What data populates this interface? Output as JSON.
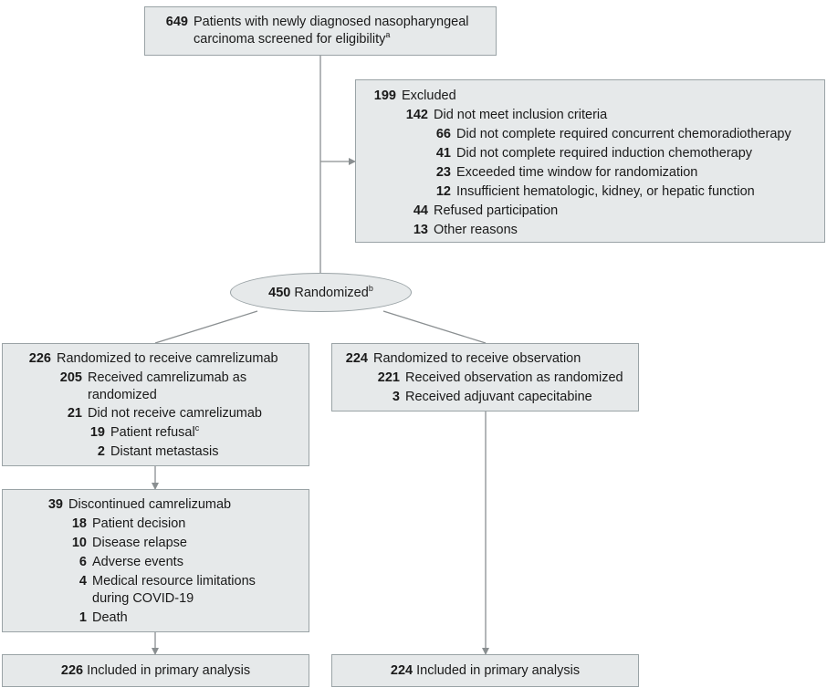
{
  "screened": {
    "n": "649",
    "line1": "Patients with newly diagnosed nasopharyngeal",
    "line2": "carcinoma screened for eligibility",
    "sup": "a"
  },
  "excluded": {
    "total": {
      "n": "199",
      "text": "Excluded"
    },
    "not_meet": {
      "n": "142",
      "text": "Did not meet inclusion criteria"
    },
    "items": [
      {
        "n": "66",
        "text": "Did not complete required concurrent chemoradiotherapy"
      },
      {
        "n": "41",
        "text": "Did not complete required induction chemotherapy"
      },
      {
        "n": "23",
        "text": "Exceeded time window for randomization"
      },
      {
        "n": "12",
        "text": "Insufficient hematologic, kidney, or hepatic function"
      }
    ],
    "refused": {
      "n": "44",
      "text": "Refused participation"
    },
    "other": {
      "n": "13",
      "text": "Other reasons"
    }
  },
  "randomized": {
    "n": "450",
    "text": "Randomized",
    "sup": "b"
  },
  "camrelizumab_arm": {
    "header": {
      "n": "226",
      "text": "Randomized to receive camrelizumab"
    },
    "received": {
      "n": "205",
      "line1": "Received camrelizumab as",
      "line2": "randomized"
    },
    "not_received": {
      "n": "21",
      "text": "Did not receive camrelizumab"
    },
    "refusal": {
      "n": "19",
      "text": "Patient refusal",
      "sup": "c"
    },
    "metastasis": {
      "n": "2",
      "text": "Distant metastasis"
    }
  },
  "observation_arm": {
    "header": {
      "n": "224",
      "text": "Randomized to receive observation"
    },
    "received": {
      "n": "221",
      "text": "Received observation as randomized"
    },
    "capecitabine": {
      "n": "3",
      "text": "Received adjuvant capecitabine"
    }
  },
  "discontinued": {
    "header": {
      "n": "39",
      "text": "Discontinued camrelizumab"
    },
    "items": [
      {
        "n": "18",
        "text": "Patient decision"
      },
      {
        "n": "10",
        "text": "Disease relapse"
      },
      {
        "n": "6",
        "text": "Adverse events"
      },
      {
        "n": "4",
        "line1": "Medical resource limitations",
        "line2": "during COVID-19"
      },
      {
        "n": "1",
        "text": "Death"
      }
    ]
  },
  "analysis": {
    "left": {
      "n": "226",
      "text": "Included in primary analysis"
    },
    "right": {
      "n": "224",
      "text": "Included in primary analysis"
    }
  },
  "colors": {
    "box_fill": "#e6e9ea",
    "box_border": "#9aa3a6",
    "connector": "#8a8f91"
  }
}
